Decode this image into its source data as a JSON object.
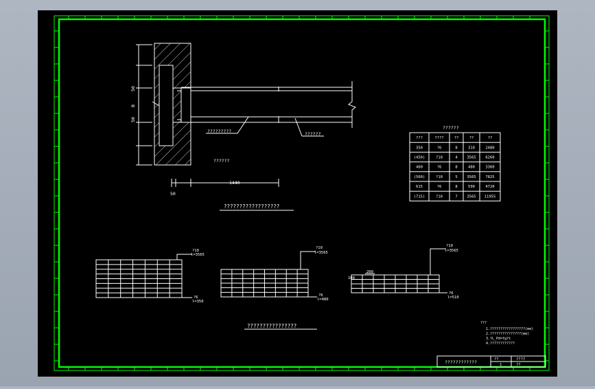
{
  "colors": {
    "background": "#aeb6c2",
    "sheet": "#000000",
    "border": "#00ff00",
    "lines": "#ffffff"
  },
  "dims": {
    "top": "50",
    "mid": "B",
    "bottom": "50",
    "foot": "50",
    "span": "1440"
  },
  "labels": {
    "callout_rebar": "?????????",
    "callout_bar": "??????",
    "section_note": "??????",
    "section_title": "??????????????????",
    "mesh_title": "????????????????"
  },
  "rebar_table": {
    "caption": "??????",
    "headers": [
      "???",
      "????",
      "??",
      "??",
      "??"
    ],
    "rows": [
      [
        "350",
        "?6",
        "8",
        "310",
        "2480"
      ],
      [
        "(450)",
        "?10",
        "4",
        "3565",
        "6260"
      ],
      [
        "460",
        "?6",
        "8",
        "480",
        "3360"
      ],
      [
        "(560)",
        "?10",
        "5",
        "3565",
        "7825"
      ],
      [
        "615",
        "?6",
        "8",
        "590",
        "4720"
      ],
      [
        "(715)",
        "?10",
        "7",
        "3565",
        "11955"
      ]
    ]
  },
  "meshes": [
    {
      "top_label": "?10",
      "top_sub": "l=3565",
      "bottom_label": "?6",
      "bottom_sub": "l=350"
    },
    {
      "top_label": "?10",
      "top_sub": "l=3565",
      "bottom_label": "?6",
      "bottom_sub": "l=480"
    },
    {
      "top_label": "?10",
      "top_sub": "l=3565",
      "bottom_label": "?6",
      "bottom_sub": "l=510",
      "left_label": "100",
      "left_dim": "200"
    }
  ],
  "notes": {
    "heading": "???",
    "lines": [
      "1.?????????????????(mm)",
      "2.???????????????(mm)",
      "3.?L_Pd=fg?t",
      "4.????????????"
    ]
  },
  "title_block": {
    "name": "????????????",
    "cell_a": "??",
    "cell_b": "????",
    "cell_c": "1",
    "cell_d": "??"
  }
}
